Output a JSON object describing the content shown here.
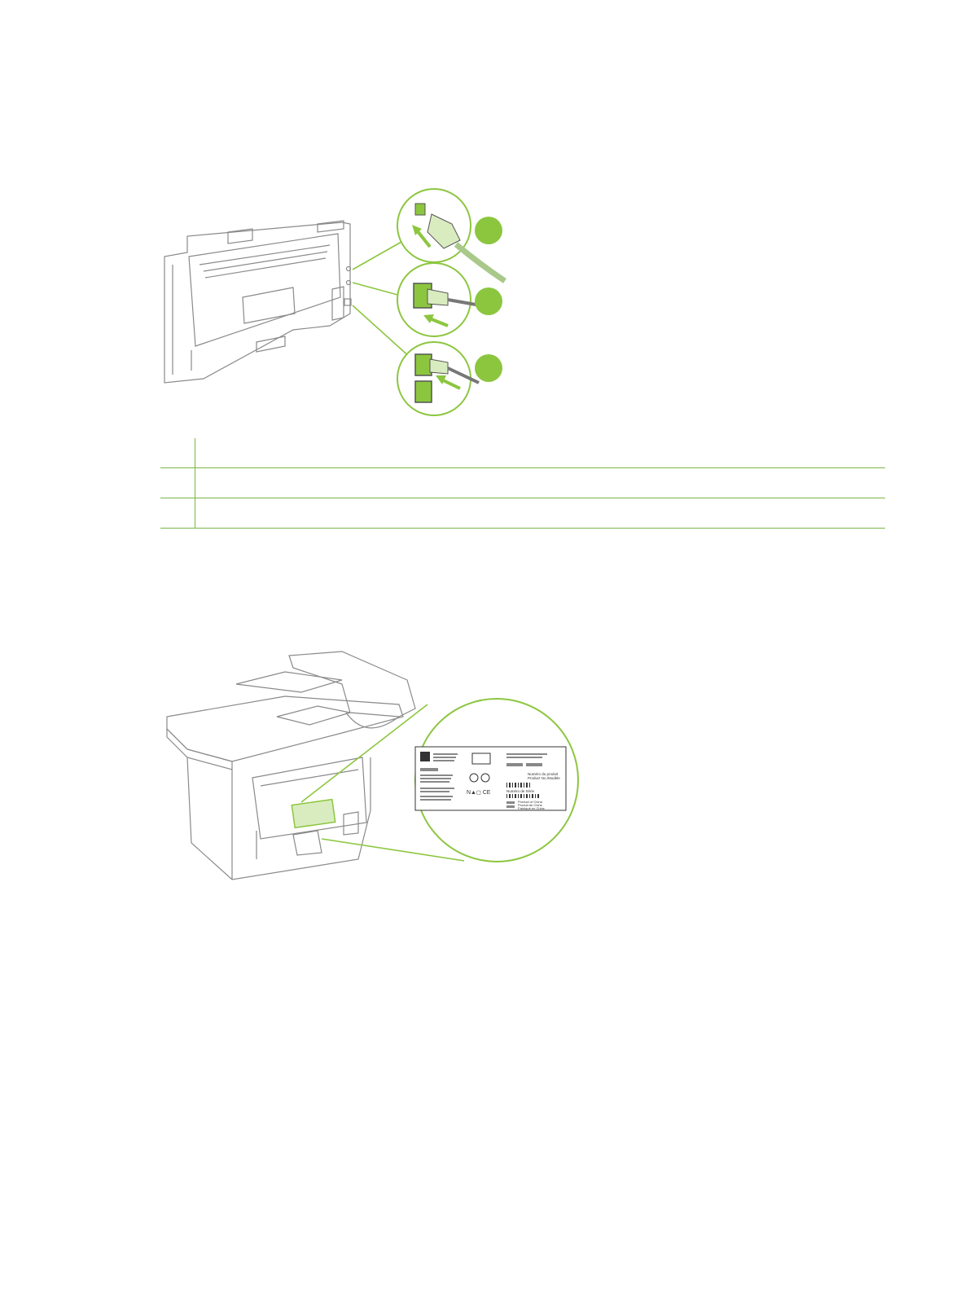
{
  "colors": {
    "accent_green": "#7ab648",
    "callout_green": "#8cc63f",
    "line_gray": "#8a8a8a"
  },
  "figure_ports": {
    "callouts": [
      "",
      "",
      ""
    ]
  },
  "callout_table": {
    "rows": [
      {
        "number": "",
        "description": ""
      },
      {
        "number": "",
        "description": ""
      },
      {
        "number": "",
        "description": ""
      }
    ]
  },
  "figure_label": {
    "label_lines": [
      "Numéro du produit",
      "Product No./Modèle",
      "Numéro de Série",
      "Product of China",
      "Produit de Chine",
      "Fabriqué en Chine"
    ]
  }
}
